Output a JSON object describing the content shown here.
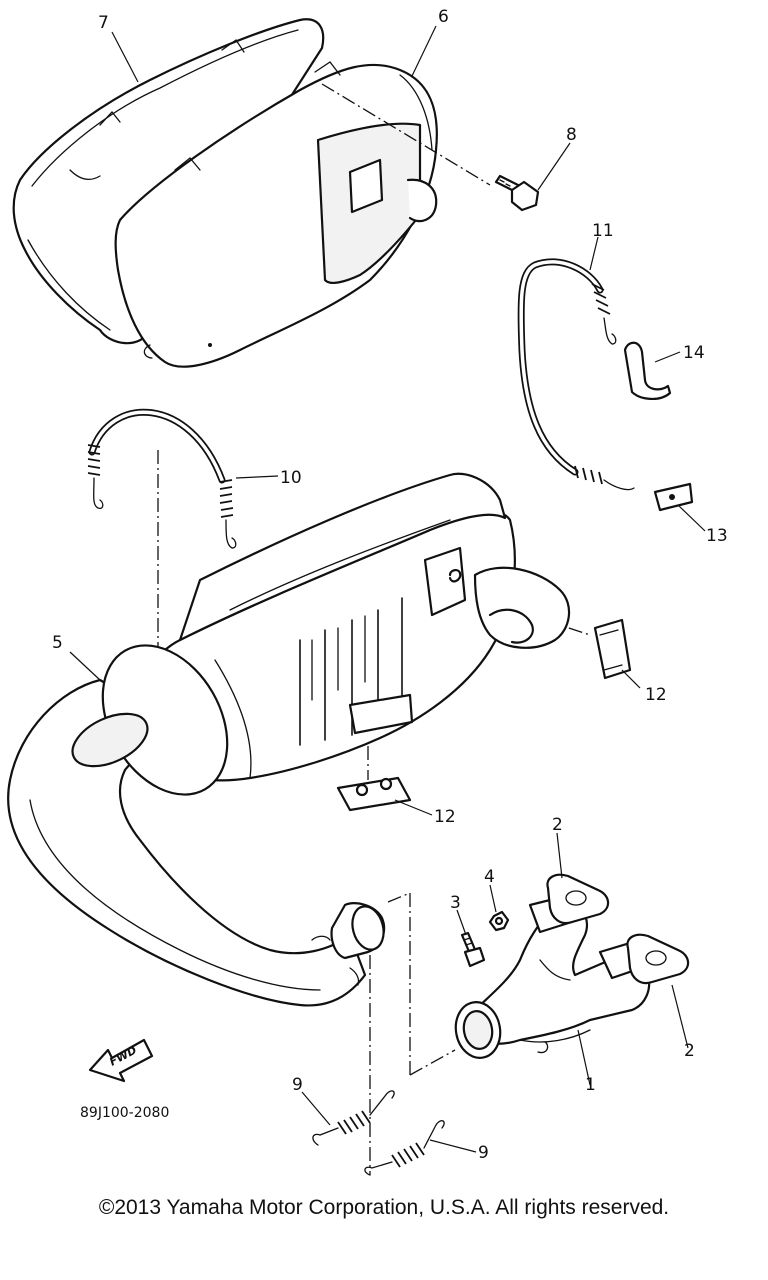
{
  "callouts": {
    "p1": "1",
    "p2a": "2",
    "p2b": "2",
    "p3": "3",
    "p4": "4",
    "p5": "5",
    "p6": "6",
    "p7": "7",
    "p8": "8",
    "p9a": "9",
    "p9b": "9",
    "p10": "10",
    "p11": "11",
    "p12a": "12",
    "p12b": "12",
    "p13": "13",
    "p14": "14"
  },
  "fwd_label": "FWD",
  "diagram_code": "89J100-2080",
  "copyright": "©2013 Yamaha Motor Corporation, U.S.A. All rights reserved."
}
